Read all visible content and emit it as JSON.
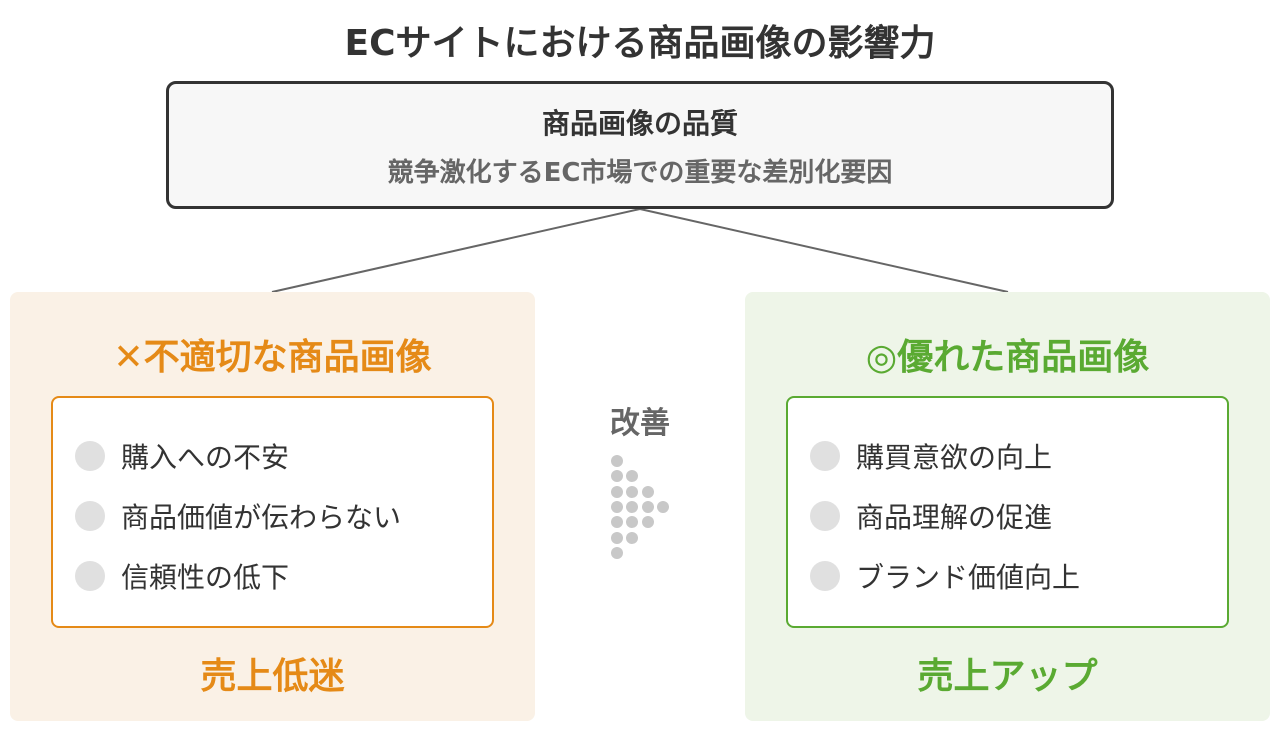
{
  "title": "ECサイトにおける商品画像の影響力",
  "top": {
    "heading": "商品画像の品質",
    "subheading": "競争激化するEC市場での重要な差別化要因"
  },
  "left": {
    "heading": "✕不適切な商品画像",
    "items": [
      "購入への不安",
      "商品価値が伝わらない",
      "信頼性の低下"
    ],
    "result": "売上低迷",
    "color": "#e58a17"
  },
  "right": {
    "heading": "◎優れた商品画像",
    "items": [
      "購買意欲の向上",
      "商品理解の促進",
      "ブランド価値向上"
    ],
    "result": "売上アップ",
    "color": "#5aaa32"
  },
  "middle": {
    "label": "改善"
  }
}
